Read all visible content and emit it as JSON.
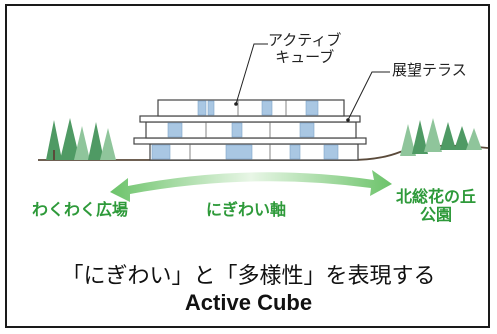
{
  "callouts": {
    "active_cube_line1": "アクティブ",
    "active_cube_line2": "キューブ",
    "terrace": "展望テラス"
  },
  "places": {
    "left": "わくわく広場",
    "center": "にぎわい軸",
    "right_line1": "北総花の丘",
    "right_line2": "公園"
  },
  "caption": {
    "line1": "「にぎわい」と「多様性」を表現する",
    "line2": "Active Cube"
  },
  "colors": {
    "accent_green": "#2e9a3a",
    "tree_green": "#4f9a64",
    "window_blue": "#a9c7e3",
    "building_gray": "#555555"
  }
}
